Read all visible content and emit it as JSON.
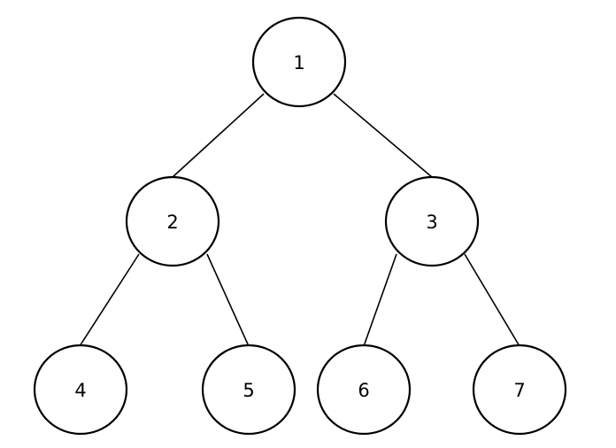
{
  "diagram": {
    "type": "binary-tree",
    "nodes": [
      {
        "id": "n1",
        "label": "1"
      },
      {
        "id": "n2",
        "label": "2"
      },
      {
        "id": "n3",
        "label": "3"
      },
      {
        "id": "n4",
        "label": "4"
      },
      {
        "id": "n5",
        "label": "5"
      },
      {
        "id": "n6",
        "label": "6"
      },
      {
        "id": "n7",
        "label": "7"
      }
    ],
    "edges": [
      {
        "from": "n1",
        "to": "n2"
      },
      {
        "from": "n1",
        "to": "n3"
      },
      {
        "from": "n2",
        "to": "n4"
      },
      {
        "from": "n2",
        "to": "n5"
      },
      {
        "from": "n3",
        "to": "n6"
      },
      {
        "from": "n3",
        "to": "n7"
      }
    ]
  }
}
